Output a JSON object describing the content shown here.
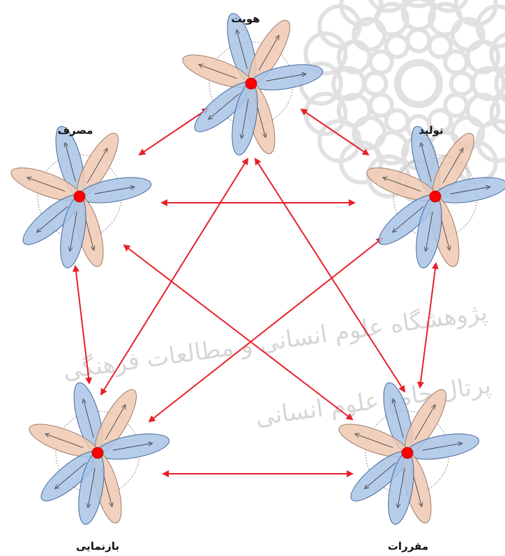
{
  "diagram": {
    "colors": {
      "arrow": "#e8202a",
      "hub": "#ff0000",
      "petal_blue_fill": "#a9c4e6",
      "petal_blue_stroke": "#46689e",
      "petal_peach_fill": "#efc9b2",
      "petal_peach_stroke": "#9c7a66",
      "guide_circle": "#777777",
      "watermark": "#c9c9c9"
    },
    "nodes": [
      {
        "id": "identity",
        "label": "هویت"
      },
      {
        "id": "production",
        "label": "تولید"
      },
      {
        "id": "regulation",
        "label": "مقررات"
      },
      {
        "id": "representation",
        "label": "بازنمایی"
      },
      {
        "id": "consumption",
        "label": "مصرف"
      }
    ],
    "edges": [
      {
        "from": "identity",
        "to": "consumption"
      },
      {
        "from": "identity",
        "to": "production"
      },
      {
        "from": "identity",
        "to": "representation"
      },
      {
        "from": "identity",
        "to": "regulation"
      },
      {
        "from": "consumption",
        "to": "production"
      },
      {
        "from": "consumption",
        "to": "representation"
      },
      {
        "from": "consumption",
        "to": "regulation"
      },
      {
        "from": "production",
        "to": "representation"
      },
      {
        "from": "production",
        "to": "regulation"
      },
      {
        "from": "representation",
        "to": "regulation"
      }
    ],
    "watermark_lines": [
      "پژوهشگاه علوم انسانی و مطالعات فرهنگی",
      "پرتال جامع علوم انسانی"
    ],
    "watermark_logo": "rosette-logo"
  }
}
